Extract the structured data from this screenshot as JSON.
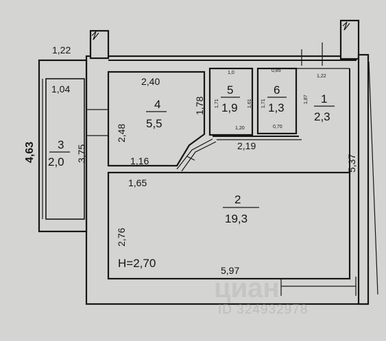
{
  "plan": {
    "ceiling_height": "H=2,70",
    "exterior": {
      "top_wall": "1,22",
      "left_height": "4,63"
    },
    "rooms": [
      {
        "number": "1",
        "area": "2,3",
        "dims": [
          "1,22",
          "1,87"
        ]
      },
      {
        "number": "2",
        "area": "19,3",
        "dims": [
          "1,65",
          "2,76",
          "5,97",
          "5,37",
          "2,19"
        ]
      },
      {
        "number": "3",
        "area": "2,0",
        "dims": [
          "1,04",
          "3,75"
        ]
      },
      {
        "number": "4",
        "area": "5,5",
        "dims": [
          "2,40",
          "1,78",
          "2,48",
          "1,16"
        ]
      },
      {
        "number": "5",
        "area": "1,9",
        "dims": [
          "1,0",
          "1,71",
          "1,61",
          "1,20"
        ]
      },
      {
        "number": "6",
        "area": "1,3",
        "dims": [
          "0,85",
          "1,71",
          "0,70"
        ]
      }
    ],
    "watermark": {
      "brand": "циан",
      "id_text": "ID 324932978"
    }
  },
  "colors": {
    "paper": "#d4d4d2",
    "ink": "#161616",
    "watermark": "#b9b9b9"
  }
}
